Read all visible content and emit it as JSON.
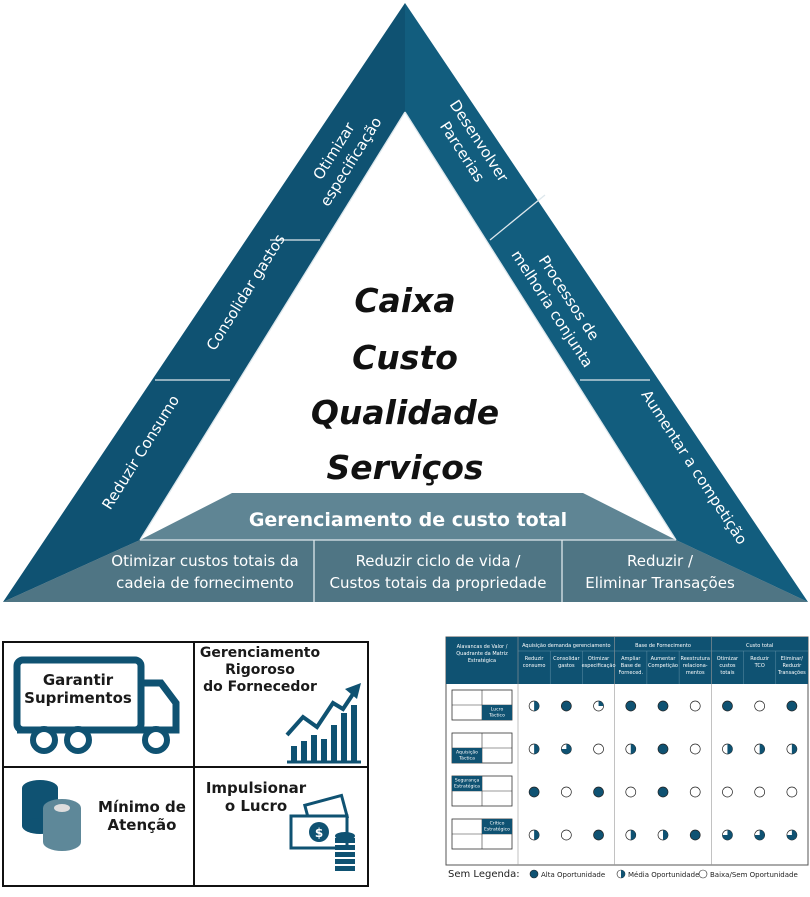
{
  "triangle": {
    "center_lines": [
      "Caixa",
      "Custo",
      "Qualidade",
      "Serviços"
    ],
    "left_title": "Gestão da Demanda",
    "left_items": [
      "Otimizar especificação",
      "Consolidar gastos",
      "Reduzir Consumo"
    ],
    "right_title": "Base de Fornecimento gerenciada",
    "right_items": [
      "Desenvolver Parcerias",
      "Processos de melhoria conjunta",
      "Aumentar a competição"
    ],
    "bottom_title": "Gerenciamento de custo total",
    "bottom_items": [
      [
        "Otimizar custos totais da",
        "cadeia  de fornecimento"
      ],
      [
        "Reduzir ciclo de vida /",
        "Custos totais da propriedade"
      ],
      [
        "Reduzir /",
        "Eliminar Transações"
      ]
    ]
  },
  "benefits": {
    "q1": [
      "Garantir",
      "Suprimentos"
    ],
    "q2": [
      "Gerenciamento",
      "Rigoroso",
      "do Fornecedor"
    ],
    "q3": [
      "Mínimo de",
      "Atenção"
    ],
    "q4": [
      "Impulsionar",
      "o Lucro"
    ]
  },
  "matrix": {
    "corner": [
      "Alavancas de Valor /",
      "Quadrante da Matriz",
      "Estratégica"
    ],
    "groups": [
      "Aquisição demanda gerenciamento",
      "Base de Fornecimento",
      "Custo total"
    ],
    "columns": [
      [
        "Reduzir",
        "consumo"
      ],
      [
        "Consolidar",
        "gastos"
      ],
      [
        "Otimizar",
        "especificação"
      ],
      [
        "Ampliar",
        "Base de",
        "Forneced."
      ],
      [
        "Aumentar",
        "Competição"
      ],
      [
        "Reestrutura",
        "relaciona-",
        "mentos"
      ],
      [
        "Otimizar",
        "custos",
        "totais"
      ],
      [
        "Reduzir",
        "TCO"
      ],
      [
        "Eliminar/",
        "Reduzir",
        "Transações"
      ]
    ],
    "rows": [
      {
        "label": [
          "Lucro",
          "Táctico"
        ],
        "quad": "br",
        "cells": [
          "half",
          "full",
          "quarter",
          "full",
          "full",
          "empty",
          "full",
          "empty",
          "full"
        ]
      },
      {
        "label": [
          "Aquisição",
          "Táctica"
        ],
        "quad": "bl",
        "cells": [
          "half",
          "threeq",
          "empty",
          "half",
          "full",
          "empty",
          "half",
          "half",
          "half"
        ]
      },
      {
        "label": [
          "Segurança",
          "Estratégica"
        ],
        "quad": "tl",
        "cells": [
          "full",
          "empty",
          "full",
          "empty",
          "full",
          "empty",
          "empty",
          "empty",
          "empty"
        ]
      },
      {
        "label": [
          "Crítico",
          "Estratégico"
        ],
        "quad": "tr",
        "cells": [
          "half",
          "empty",
          "full",
          "half",
          "half",
          "full",
          "threeq",
          "threeq",
          "threeq"
        ]
      }
    ],
    "legend_title": "Sem Legenda:",
    "legend": [
      "Alta Oportunidade",
      "Média Oportunidade",
      "Baixa/Sem Oportunidade"
    ],
    "colors": {
      "header": "#0f5272",
      "dot": "#0f5272"
    }
  },
  "colors": {
    "dark": "#0f5272",
    "right": "#125d7e",
    "bottom_band": "#5f8594",
    "bottom_items": "#4f7584",
    "line": "#dde7ec"
  }
}
